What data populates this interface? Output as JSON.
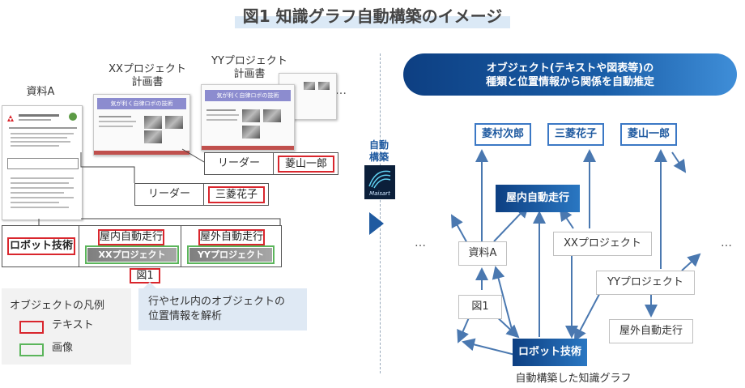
{
  "title": "図1  知識グラフ自動構築のイメージ",
  "left": {
    "doc_a_label": "資料A",
    "xx_plan_label_l1": "XXプロジェクト",
    "xx_plan_label_l2": "計画書",
    "yy_plan_label_l1": "YYプロジェクト",
    "yy_plan_label_l2": "計画書",
    "ellipsis": "…",
    "leader1_key": "リーダー",
    "leader1_value": "菱山一郎",
    "leader2_key": "リーダー",
    "leader2_value": "三菱花子",
    "row_head": "ロボット技術",
    "cell1_text": "屋内自動走行",
    "cell1_image": "XXプロジェクト",
    "cell2_text": "屋外自動走行",
    "cell2_image": "YYプロジェクト",
    "figure_label": "図1",
    "legend_title": "オブジェクトの凡例",
    "legend_text": "テキスト",
    "legend_image": "画像",
    "note_l1": "行やセル内のオブジェクトの",
    "note_l2": "位置情報を解析",
    "slide_title": "気が利く自律ロボの技術"
  },
  "middle": {
    "label_l1": "自動",
    "label_l2": "構築",
    "logo_text": "Maisart"
  },
  "right": {
    "header_l1": "オブジェクト(テキストや図表等)の",
    "header_l2": "種類と位置情報から関係を自動推定",
    "ellipsis_left": "…",
    "ellipsis_right": "…",
    "nodes": {
      "hishimura": "菱村次郎",
      "mitsubishi_hanako": "三菱花子",
      "hishiyama": "菱山一郎",
      "indoor": "屋内自動走行",
      "doc_a": "資料A",
      "xx": "XXプロジェクト",
      "yy": "YYプロジェクト",
      "fig1": "図1",
      "outdoor": "屋外自動走行",
      "robot": "ロボット技術"
    },
    "caption": "自動構築した知識グラフ"
  },
  "colors": {
    "text_box": "#d9262d",
    "image_box": "#5bb55b",
    "accent_blue": "#1f5aa0",
    "header_dark": "#0d3f82",
    "arrow": "#4a78b0"
  }
}
